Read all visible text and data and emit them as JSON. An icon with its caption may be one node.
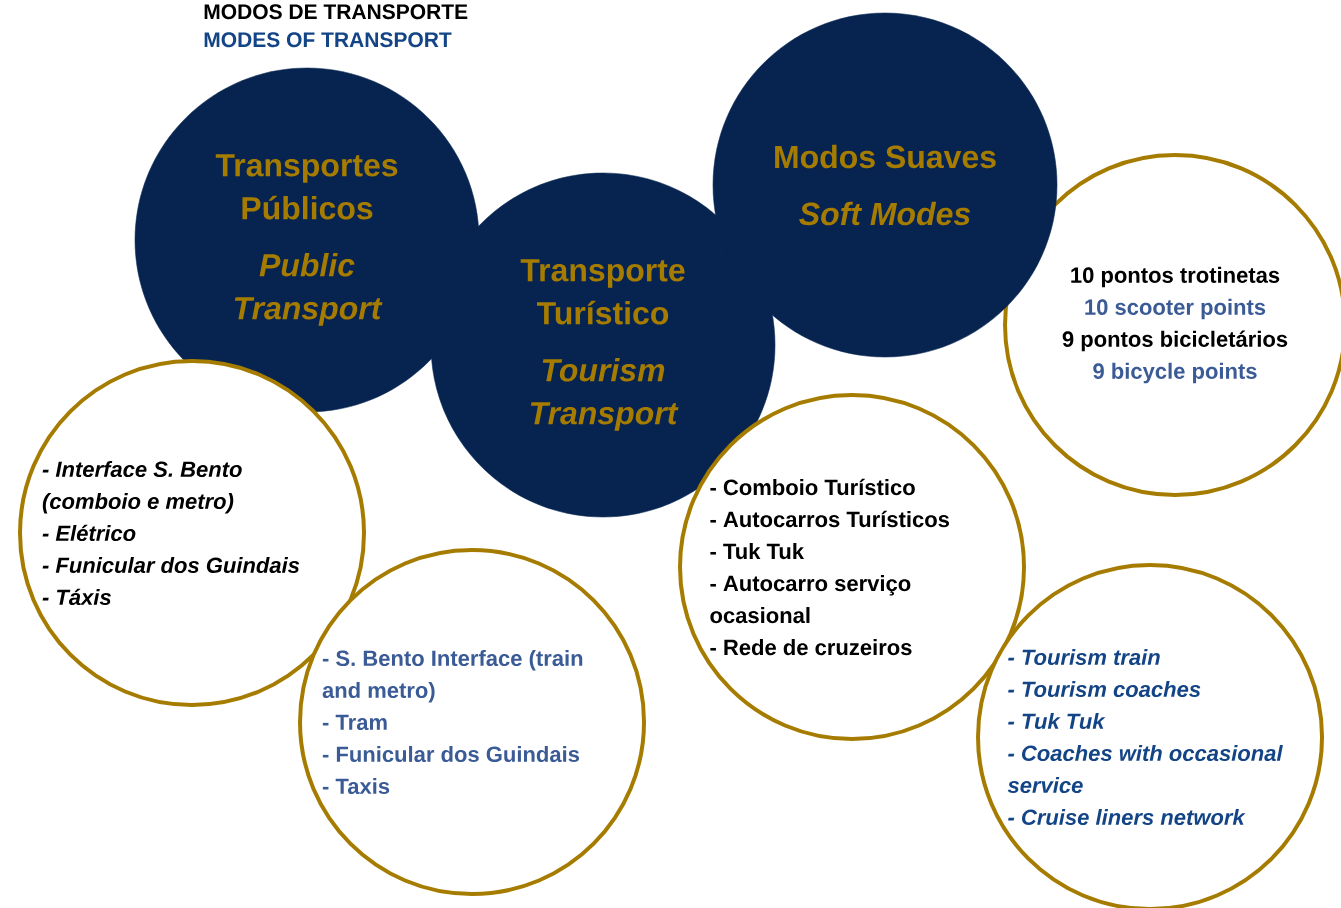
{
  "diagram": {
    "title": "MODOS DE TRANSPORTE",
    "nodes": [
      {
        "text": [
          "Transportes Públicos",
          "Public Transport"
        ]
      },
      {
        "text": [
          "Transporte Turístico",
          "Tourism Transport"
        ]
      },
      {
        "text": [
          "Modos Suaves",
          "Soft Modes"
        ]
      },
      {
        "text": [
          "10 pontos trotinetas",
          "10 scooter points",
          "9 pontos bicicletários",
          "9 bicycle points"
        ]
      },
      {
        "text": [
          "- Interface S. Bento (comboio e metro)",
          "- Elétrico",
          "- Funicular dos Guindais",
          "- Táxis"
        ]
      },
      {
        "text": [
          "- S. Bento Interface (train and metro)",
          "- Tram",
          "- Funicular dos Guindais",
          "- Taxis"
        ]
      },
      {
        "text": [
          "- Comboio Turístico",
          "- Autocarros Turísticos",
          "- Tuk Tuk",
          "- Autocarro serviço ocasional",
          "- Rede de cruzeiros"
        ]
      },
      {
        "text": [
          "- Tourism train",
          "- Tourism coaches",
          "- Tuk Tuk",
          "- Coaches with occasional service",
          "- Cruise liners network"
        ]
      }
    ],
    "labels": [
      "MODES OF TRANSPORT"
    ]
  }
}
